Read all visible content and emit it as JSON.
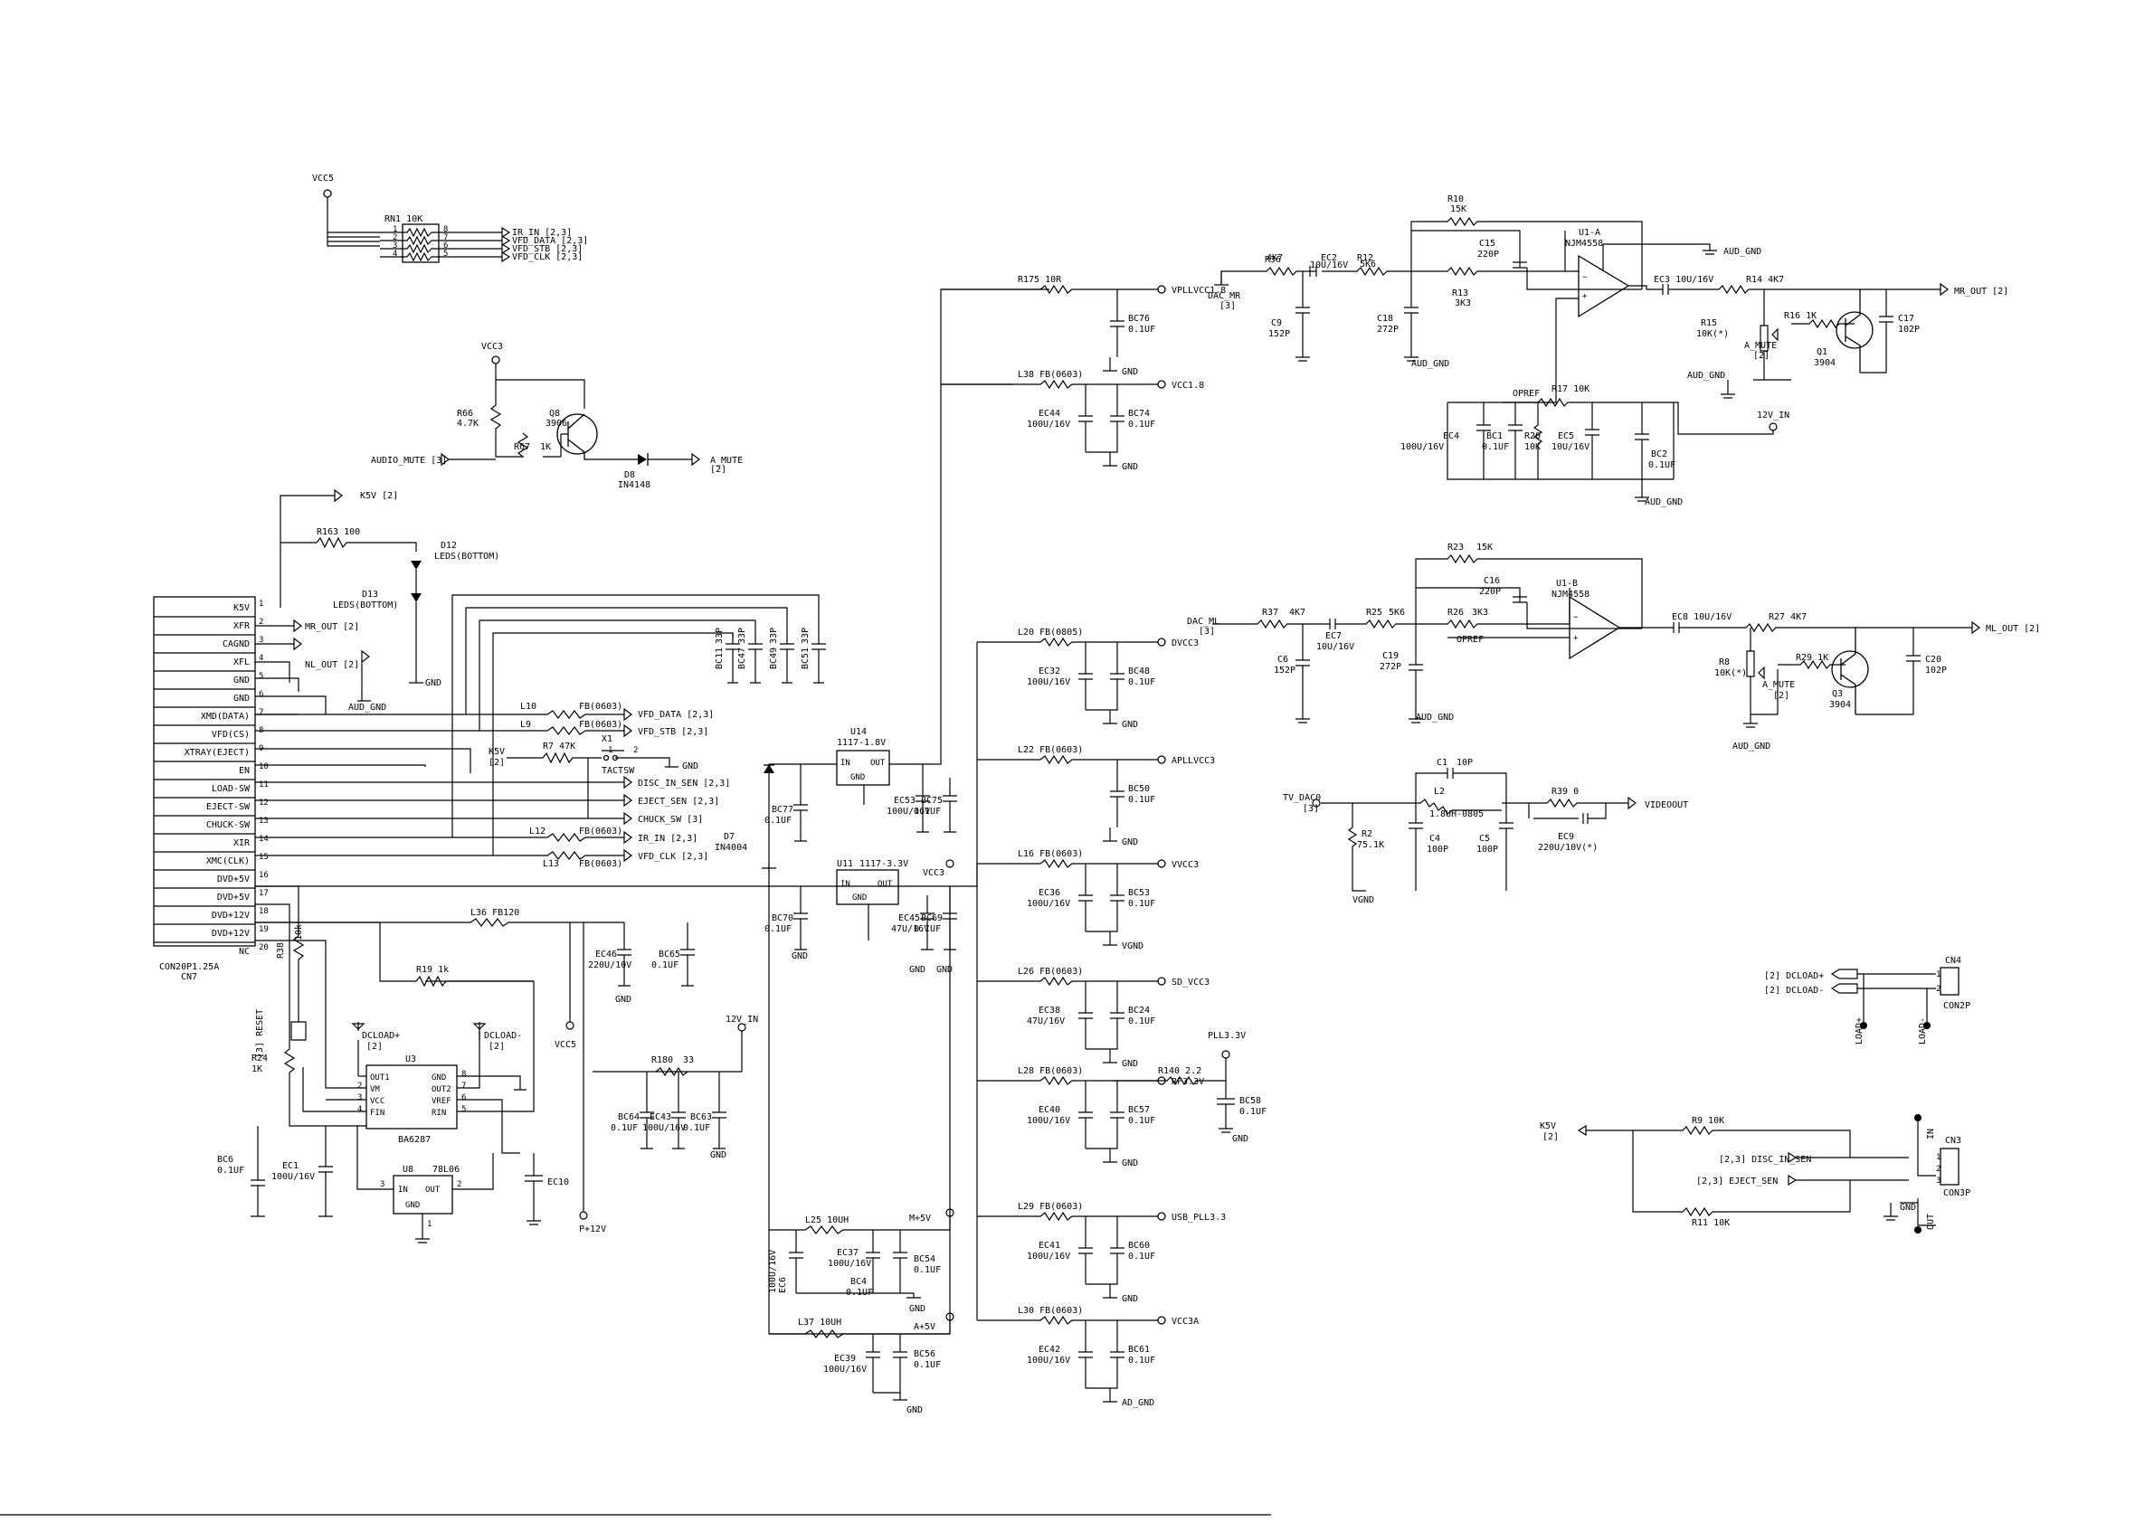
{
  "connector": {
    "pins": [
      "K5V",
      "XFR",
      "CAGND",
      "XFL",
      "GND",
      "GND",
      "XMD(DATA)",
      "VFD(CS)",
      "XTRAY(EJECT)",
      "EN",
      "LOAD-SW",
      "EJECT-SW",
      "CHUCK-SW",
      "XIR",
      "XMC(CLK)",
      "DVD+5V",
      "DVD+5V",
      "DVD+12V",
      "DVD+12V",
      "NC"
    ],
    "numbers": [
      "1",
      "2",
      "3",
      "4",
      "5",
      "6",
      "7",
      "8",
      "9",
      "10",
      "11",
      "12",
      "13",
      "14",
      "15",
      "16",
      "17",
      "18",
      "19",
      "20"
    ],
    "part": "CON20P1.25A",
    "ref": "CN7"
  },
  "rn1": {
    "label": "RN1 10K",
    "vcc": "VCC5",
    "pins_left": [
      "1",
      "2",
      "3",
      "4"
    ],
    "pins_right": [
      "8",
      "7",
      "6",
      "5"
    ],
    "nets": [
      "IR_IN [2,3]",
      "VFD_DATA [2,3]",
      "VFD_STB [2,3]",
      "VFD_CLK [2,3]"
    ]
  },
  "q8": {
    "vcc": "VCC3",
    "r66": "R66",
    "r66v": "4.7K",
    "q": "Q8",
    "qv": "3906",
    "r67": "R67",
    "r67v": "1K",
    "in": "AUDIO_MUTE [3]",
    "d8": "D8",
    "d8v": "IN4148",
    "out": "A_MUTE",
    "outref": "[2]"
  },
  "leds": {
    "k5v": "K5V [2]",
    "r163": "R163 100",
    "d12": "D12",
    "d12v": "LEDS(BOTTOM)",
    "d13": "D13",
    "d13v": "LEDS(BOTTOM)",
    "gnd": "GND"
  },
  "side_nets": [
    "MR_OUT [2]",
    "NL_OUT [2]",
    "AUD_GND"
  ],
  "fb": [
    {
      "ref": "L10",
      "val": "FB(0603)",
      "net": "VFD_DATA [2,3]"
    },
    {
      "ref": "L9",
      "val": "FB(0603)",
      "net": "VFD_STB [2,3]"
    },
    {
      "ref": "L12",
      "val": "FB(0603)",
      "net": "IR_IN [2,3]"
    },
    {
      "ref": "L13",
      "val": "FB(0603)",
      "net": "VFD_CLK [2,3]"
    }
  ],
  "caps33": [
    "BC11",
    "BC47",
    "BC49",
    "BC51"
  ],
  "cap33v": "33P",
  "sw": {
    "k5v": "K5V",
    "ref": "[2]",
    "r7": "R7 47K",
    "x1": "X1",
    "tact": "TACTSW",
    "gnd": "GND",
    "p1": "1",
    "p2": "2"
  },
  "sen_nets": [
    "DISC_IN_SEN [2,3]",
    "EJECT_SEN [2,3]",
    "CHUCK_SW [3]"
  ],
  "u3": {
    "ref": "U3",
    "part": "BA6287",
    "pl": [
      "OUT1",
      "VM",
      "VCC",
      "FIN"
    ],
    "pr": [
      "GND",
      "OUT2",
      "VREF",
      "RIN"
    ],
    "nl": [
      "2",
      "3",
      "4"
    ],
    "nr": [
      "8",
      "7",
      "6",
      "5"
    ],
    "dcp": "DCLOAD+",
    "dcm": "DCLOAD-",
    "dcr": "[2]"
  },
  "misc": {
    "r24": "R24",
    "r24v": "1K",
    "r38": "R38",
    "r38v": "10k",
    "reset": "[3] RESET",
    "r19": "R19 1k",
    "l36": "L36  FB120",
    "vcc5": "VCC5",
    "p12": "P+12V",
    "ec10": "EC10",
    "bc6": "BC6",
    "bc6v": "0.1UF",
    "ec1": "EC1",
    "ec1v": "100U/16V",
    "u8": "U8",
    "u8v": "78L06",
    "in": "IN",
    "out": "OUT",
    "gnd": "GND",
    "p3": "3",
    "p2": "2",
    "p1": "1"
  },
  "u14": {
    "ref": "U14",
    "part": "1117-1.8V",
    "in": "IN",
    "out": "OUT",
    "gnd": "GND"
  },
  "u11": {
    "ref": "U11",
    "part": "1117-3.3V",
    "in": "IN",
    "out": "OUT",
    "gnd": "GND"
  },
  "caps_mid": [
    {
      "r": "BC77",
      "v": "0.1UF"
    },
    {
      "r": "EC53",
      "v": "100U/16V"
    },
    {
      "r": "BC75",
      "v": "0.1UF"
    },
    {
      "r": "BC70",
      "v": "0.1UF"
    },
    {
      "r": "EC45",
      "v": "47U/16V"
    },
    {
      "r": "BC69",
      "v": "0.1UF"
    },
    {
      "r": "EC46",
      "v": "220U/10V"
    },
    {
      "r": "BC65",
      "v": "0.1UF"
    },
    {
      "r": "BC64",
      "v": "0.1UF"
    },
    {
      "r": "EC43",
      "v": "100U/16V"
    },
    {
      "r": "BC63",
      "v": "0.1UF"
    }
  ],
  "mid": {
    "d7": "D7",
    "d7v": "IN4004",
    "vcc3": "VCC3",
    "v12": "12V_IN",
    "r180": "R180",
    "r180v": "33",
    "gnd": "GND"
  },
  "right_rails": [
    {
      "ind": "R175  10R",
      "net": "VPLLVCC1.8",
      "c1": "BC76",
      "c1v": "0.1UF"
    },
    {
      "ind": "L38  FB(0603)",
      "net": "VCC1.8",
      "c1": "EC44",
      "c1v": "100U/16V",
      "c2": "BC74",
      "c2v": "0.1UF"
    },
    {
      "ind": "L20  FB(0805)",
      "net": "DVCC3",
      "c1": "EC32",
      "c1v": "100U/16V",
      "c2": "BC48",
      "c2v": "0.1UF"
    },
    {
      "ind": "L22  FB(0603)",
      "net": "APLLVCC3",
      "c1": "BC50",
      "c1v": "0.1UF"
    },
    {
      "ind": "L16  FB(0603)",
      "net": "VVCC3",
      "c1": "EC36",
      "c1v": "100U/16V",
      "c2": "BC53",
      "c2v": "0.1UF"
    },
    {
      "ind": "L26  FB(0603)",
      "net": "SD_VCC3",
      "c1": "EC38",
      "c1v": "47U/16V",
      "c2": "BC24",
      "c2v": "0.1UF"
    },
    {
      "ind": "L28  FB(0603)",
      "net": "RF3.3V",
      "c1": "EC40",
      "c1v": "100U/16V",
      "c2": "BC57",
      "c2v": "0.1UF"
    },
    {
      "ind": "L29  FB(0603)",
      "net": "USB_PLL3.3",
      "c1": "EC41",
      "c1v": "100U/16V",
      "c2": "BC60",
      "c2v": "0.1UF"
    },
    {
      "ind": "L30  FB(0603)",
      "net": "VCC3A",
      "c1": "EC42",
      "c1v": "100U/16V",
      "c2": "BC61",
      "c2v": "0.1UF"
    }
  ],
  "rail_gnds": [
    "GND",
    "GND",
    "GND",
    "GND",
    "VGND",
    "GND",
    "GND",
    "GND",
    "AD_GND"
  ],
  "pll": {
    "net": "PLL3.3V",
    "r": "R140  2.2",
    "c": "BC58",
    "cv": "0.1UF",
    "gnd": "GND"
  },
  "m5": {
    "l25": "L25   10UH",
    "net": "M+5V",
    "ec6": "EC6",
    "ec6v": "100U/16V",
    "ec37": "EC37",
    "ec37v": "100U/16V",
    "bc4": "BC4",
    "bc4v": "0.1UF",
    "bc54": "BC54",
    "bc54v": "0.1UF",
    "gnd": "GND"
  },
  "a5": {
    "l37": "L37   10UH",
    "net": "A+5V",
    "ec39": "EC39",
    "ec39v": "100U/16V",
    "bc56": "BC56",
    "bc56v": "0.1UF",
    "gnd": "GND"
  },
  "audio_top": {
    "in": "DAC_MR",
    "inref": "[3]",
    "r36": "R36",
    "r36v": "4K7",
    "ec2": "EC2",
    "ec2v": "10U/16V",
    "r12": "R12",
    "r12v": "5K6",
    "c9": "C9",
    "c9v": "152P",
    "c18": "C18",
    "c18v": "272P",
    "r10": "R10",
    "r10v": "15K",
    "c15": "C15",
    "c15v": "220P",
    "r13": "R13",
    "r13v": "3K3",
    "u1": "U1-A",
    "u1v": "NJM4558",
    "audgnd": "AUD_GND",
    "ec3": "EC3  10U/16V",
    "r14": "R14   4K7",
    "out": "MR_OUT [2]",
    "r15": "R15",
    "r15v": "10K(*)",
    "r16": "R16   1K",
    "amute": "A_MUTE",
    "amref": "[2]",
    "q1": "Q1",
    "q1v": "3904",
    "c17": "C17",
    "c17v": "102P",
    "opref": "OPREF",
    "r17": "R17    10K",
    "ec4": "EC4",
    "ec4v": "100U/16V",
    "bc1": "BC1",
    "bc1v": "0.1UF",
    "r20": "R20",
    "r20v": "10K",
    "ec5": "EC5",
    "ec5v": "10U/16V",
    "bc2": "BC2",
    "bc2v": "0.1UF",
    "v12": "12V_IN"
  },
  "audio_bot": {
    "in": "DAC_ML",
    "inref": "[3]",
    "r37": "R37",
    "r37v": "4K7",
    "ec7": "EC7",
    "ec7v": "10U/16V",
    "r25": "R25",
    "r25v": "5K6",
    "c6": "C6",
    "c6v": "152P",
    "c19": "C19",
    "c19v": "272P",
    "r23": "R23",
    "r23v": "15K",
    "c16": "C16",
    "c16v": "220P",
    "r26": "R26",
    "r26v": "3K3",
    "u1": "U1-B",
    "u1v": "NJM4558",
    "opref": "OPREF",
    "ec8": "EC8  10U/16V",
    "r27": "R27   4K7",
    "out": "ML_OUT [2]",
    "r8": "R8",
    "r8v": "10K(*)",
    "r29": "R29   1K",
    "amute": "A_MUTE",
    "amref": "[2]",
    "q3": "Q3",
    "q3v": "3904",
    "c20": "C20",
    "c20v": "102P",
    "audgnd": "AUD_GND"
  },
  "video": {
    "in": "TV_DAC0",
    "inref": "[3]",
    "c1": "C1",
    "c1v": "10P",
    "l2": "L2",
    "l2v": "1.8UH-0805",
    "r39": "R39    0",
    "out": "VIDEOOUT",
    "r2": "R2",
    "r2v": "75.1K",
    "c4": "C4",
    "c4v": "100P",
    "c5": "C5",
    "c5v": "100P",
    "ec9": "EC9",
    "ec9v": "220U/10V(*)",
    "vgnd": "VGND"
  },
  "cn4": {
    "n1": "[2] DCLOAD+",
    "n2": "[2] DCLOAD-",
    "ref": "CN4",
    "part": "CON2P",
    "p": [
      "1",
      "2"
    ],
    "lp": "LOAD+",
    "lm": "LOAD-"
  },
  "cn3": {
    "k5v": "K5V",
    "ref": "[2]",
    "r9": "R9   10K",
    "n1": "[2,3]  DISC_IN_SEN",
    "n2": "[2,3]  EJECT_SEN",
    "r11": "R11   10K",
    "gnd": "GND",
    "cn": "CN3",
    "part": "CON3P",
    "in": "IN",
    "out": "OUT",
    "p": [
      "1",
      "2",
      "3"
    ]
  }
}
